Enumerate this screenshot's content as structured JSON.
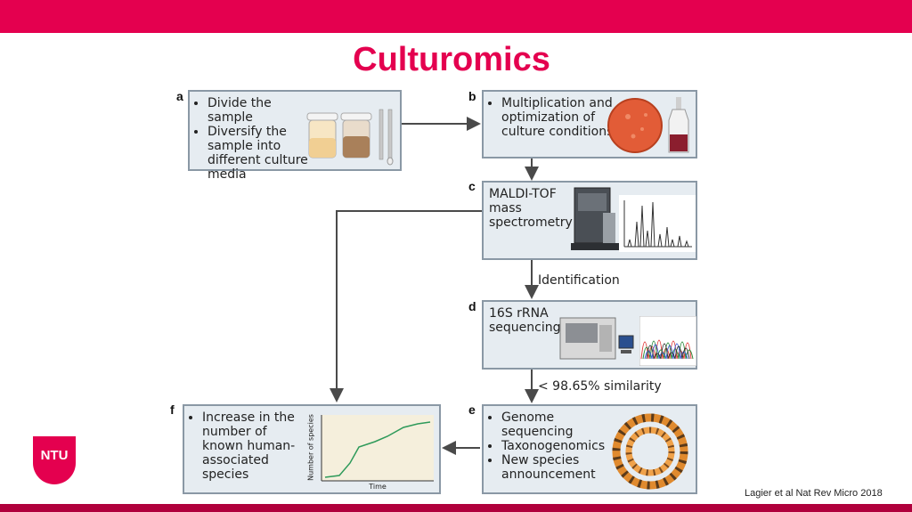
{
  "slide": {
    "title": "Culturomics",
    "citation": "Lagier et al Nat Rev Micro 2018",
    "logo_text": "NTU",
    "colors": {
      "brand": "#e4004f",
      "panel_bg": "#e6ecf1",
      "panel_border": "#8a98a5",
      "arrow": "#4a4a4a"
    }
  },
  "diagram": {
    "panels": {
      "a": {
        "label": "a",
        "bullets": [
          "Divide the sample",
          "Diversify the sample into different culture media"
        ]
      },
      "b": {
        "label": "b",
        "bullets": [
          "Multiplication and optimization of culture conditions"
        ]
      },
      "c": {
        "label": "c",
        "text_lines": [
          "MALDI-TOF",
          "mass",
          "spectrometry"
        ]
      },
      "d": {
        "label": "d",
        "text_lines": [
          "16S rRNA",
          "sequencing"
        ]
      },
      "e": {
        "label": "e",
        "bullets": [
          "Genome sequencing",
          "Taxonogenomics",
          "New species announcement"
        ]
      },
      "f": {
        "label": "f",
        "bullets": [
          "Increase in the number of known human-associated species"
        ],
        "plot": {
          "ylabel": "Number of species",
          "xlabel": "Time"
        }
      }
    },
    "arrow_labels": {
      "c_to_d": "Identification",
      "d_to_e": "< 98.65% similarity"
    },
    "icons": [
      "culture-jars-icon",
      "petri-dish-icon",
      "culture-bottle-icon",
      "mass-spectrometer-icon",
      "spectrum-icon",
      "sequencer-icon",
      "chromatogram-icon",
      "circular-genome-icon"
    ]
  }
}
